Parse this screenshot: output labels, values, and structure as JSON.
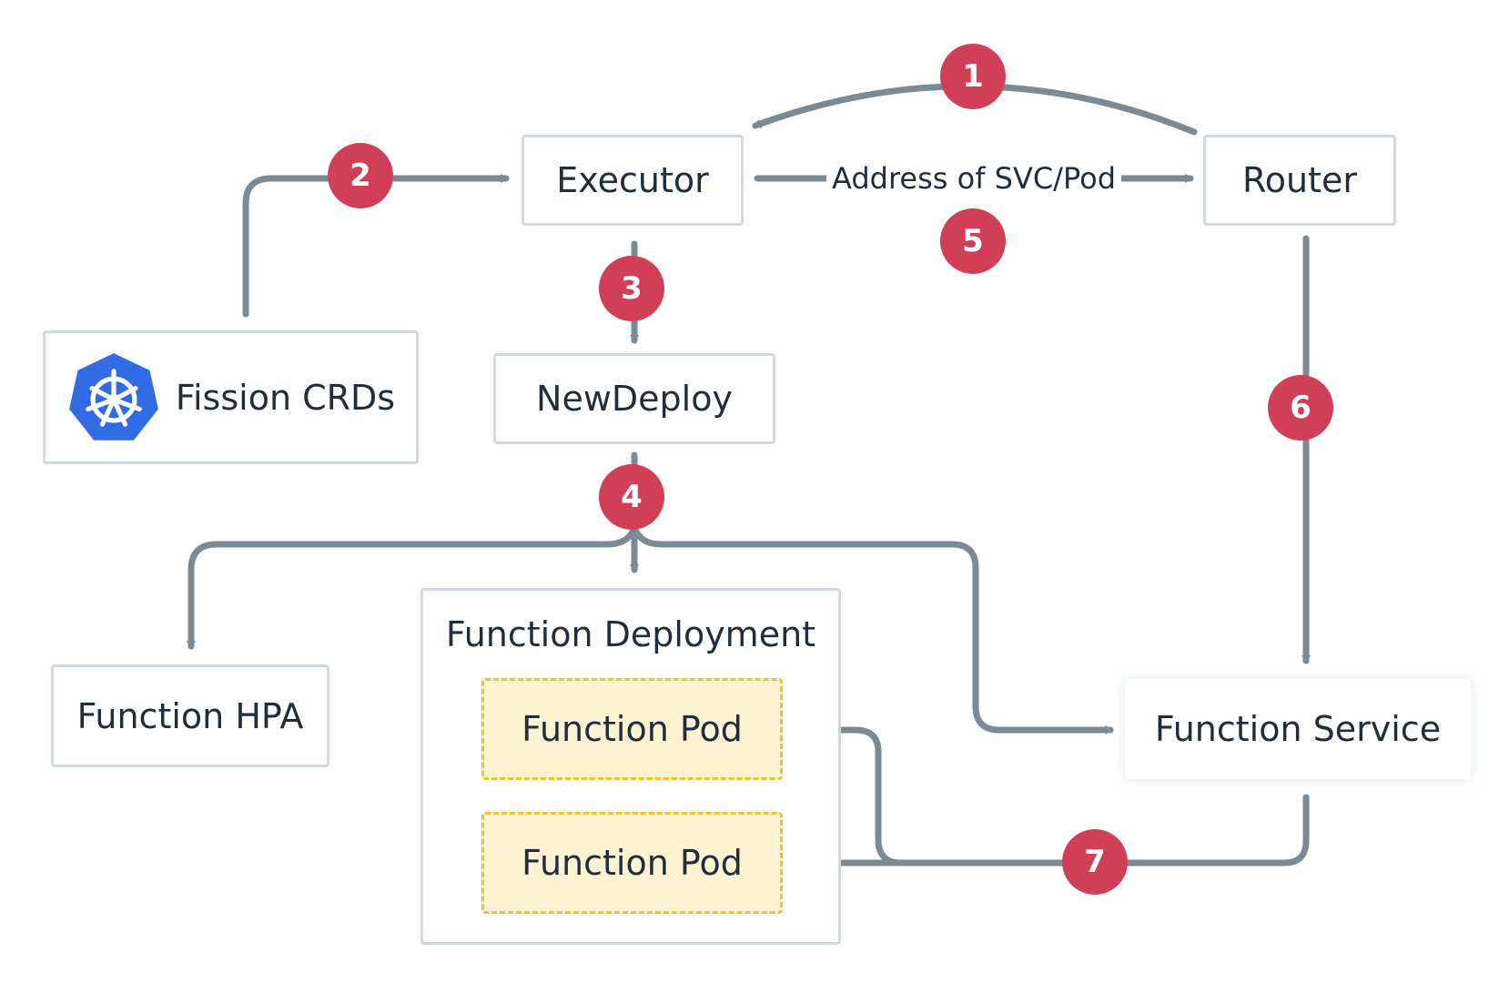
{
  "nodes": {
    "executor": "Executor",
    "router": "Router",
    "fission_crds": "Fission CRDs",
    "newdeploy": "NewDeploy",
    "function_hpa": "Function HPA",
    "function_deployment": "Function Deployment",
    "function_pod_1": "Function Pod",
    "function_pod_2": "Function Pod",
    "function_service": "Function Service"
  },
  "edge_labels": {
    "address": "Address of SVC/Pod"
  },
  "steps": [
    "1",
    "2",
    "3",
    "4",
    "5",
    "6",
    "7"
  ],
  "icons": {
    "crd_logo": "kubernetes-helm-icon"
  },
  "colors": {
    "connector": "#7b8a97",
    "badge": "#d13f56",
    "box_border": "#cfd9e2",
    "pod_fill": "#fdf2d2",
    "pod_border": "#f0c429",
    "logo": "#326ce5"
  }
}
